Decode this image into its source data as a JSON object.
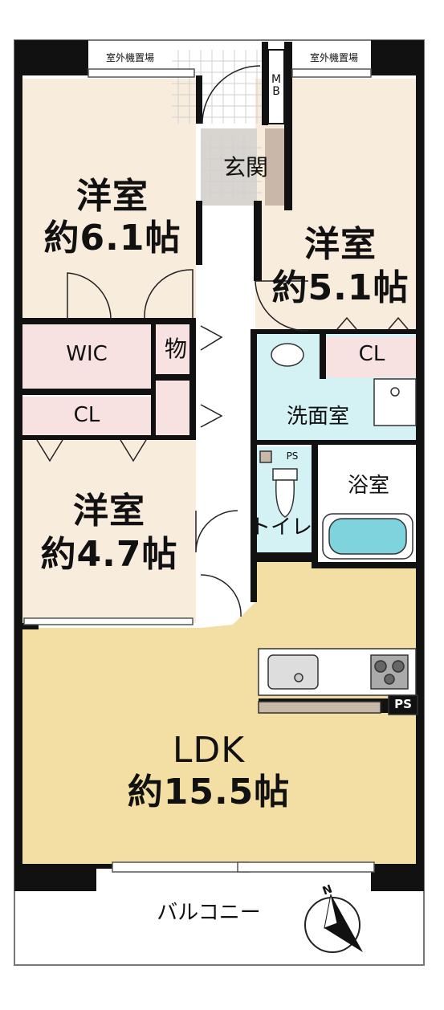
{
  "rooms": {
    "western1": {
      "name": "洋室",
      "size": "約6.1帖"
    },
    "western2": {
      "name": "洋室",
      "size": "約5.1帖"
    },
    "western3": {
      "name": "洋室",
      "size": "約4.7帖"
    },
    "ldk": {
      "name": "LDK",
      "size": "約15.5帖"
    }
  },
  "labels": {
    "outdoor_unit_left": "室外機置場",
    "outdoor_unit_right": "室外機置場",
    "meter_box": "M B",
    "entrance": "玄関",
    "wic": "WIC",
    "storage": "物",
    "closet_left": "CL",
    "closet_right": "CL",
    "washroom": "洗面室",
    "ps_top": "PS",
    "ps_kitchen": "PS",
    "bathroom": "浴室",
    "toilet": "トイレ",
    "balcony": "バルコニー",
    "north": "N"
  },
  "colors": {
    "western_room": "#f8ecdd",
    "storage_pink": "#f7e1e1",
    "wet_area": "#d4f2f4",
    "ldk": "#f3dea3",
    "entrance": "#d8d4d0",
    "wall": "#111111"
  }
}
